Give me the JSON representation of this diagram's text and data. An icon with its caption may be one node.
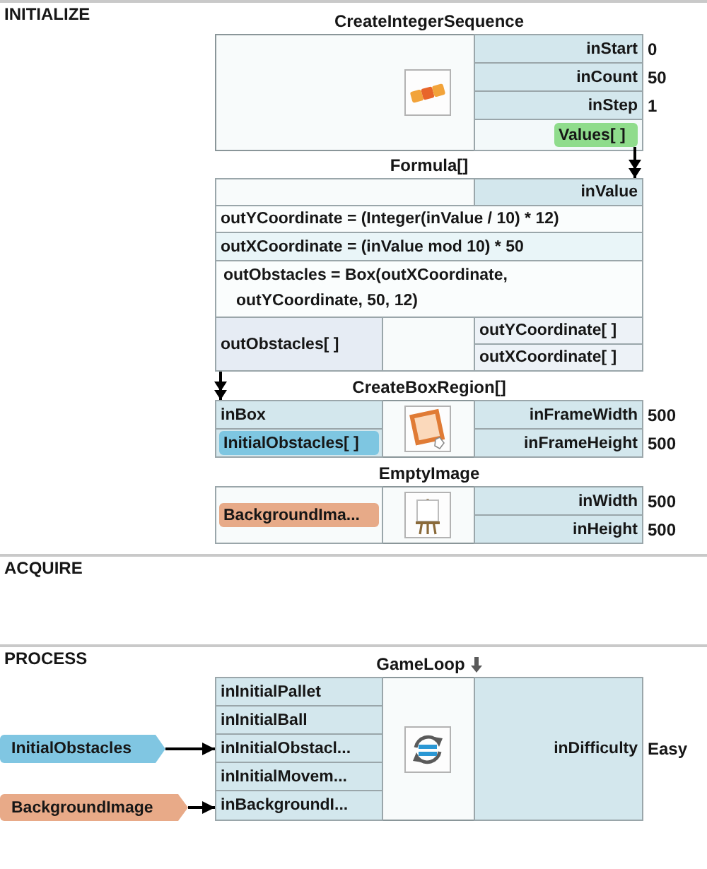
{
  "diagram": {
    "nodes": [
      {
        "text": [
          "INITIALIZE"
        ]
      },
      {
        "text": [
          "CreateIntegerSequence"
        ],
        "in": 0
      },
      {
        "text": [
          "inStart"
        ],
        "in": 1,
        "beside": [
          "0"
        ]
      },
      {
        "text": [
          "inCount"
        ],
        "in": 1,
        "beside": [
          "50"
        ]
      },
      {
        "text": [
          "inStep"
        ],
        "in": 1,
        "beside": [
          "1"
        ]
      },
      {
        "text": [
          "Values[ ]"
        ],
        "in": 1
      },
      {
        "text": [
          "Formula[]"
        ],
        "in": 0
      },
      {
        "text": [
          "inValue"
        ],
        "in": 6
      },
      {
        "text": [
          "outYCoordinate = (Integer(inValue / 10) * 12)"
        ],
        "in": 6
      },
      {
        "text": [
          "outXCoordinate = (inValue mod 10) * 50"
        ],
        "in": 6
      },
      {
        "text": [
          "outObstacles = Box(outXCoordinate, outYCoordinate, 50, 12)"
        ],
        "in": 6
      },
      {
        "text": [
          "outObstacles[ ]"
        ],
        "in": 6
      },
      {
        "text": [
          "outYCoordinate[ ]"
        ],
        "in": 6
      },
      {
        "text": [
          "outXCoordinate[ ]"
        ],
        "in": 6
      },
      {
        "text": [
          "CreateBoxRegion[]"
        ],
        "in": 0
      },
      {
        "text": [
          "inBox"
        ],
        "in": 14
      },
      {
        "text": [
          "InitialObstacles[ ]"
        ],
        "in": 14
      },
      {
        "text": [
          "inFrameWidth"
        ],
        "in": 14,
        "beside": [
          "500"
        ]
      },
      {
        "text": [
          "inFrameHeight"
        ],
        "in": 14,
        "beside": [
          "500"
        ]
      },
      {
        "text": [
          "EmptyImage"
        ],
        "in": 0
      },
      {
        "text": [
          "BackgroundIma..."
        ],
        "in": 19
      },
      {
        "text": [
          "inWidth"
        ],
        "in": 19,
        "beside": [
          "500"
        ]
      },
      {
        "text": [
          "inHeight"
        ],
        "in": 19,
        "beside": [
          "500"
        ]
      },
      {
        "text": [
          "ACQUIRE"
        ]
      },
      {
        "text": [
          "PROCESS"
        ]
      },
      {
        "text": [
          "GameLoop"
        ],
        "in": 24
      },
      {
        "text": [
          "inInitialPallet"
        ],
        "in": 25
      },
      {
        "text": [
          "inInitialBall"
        ],
        "in": 25
      },
      {
        "text": [
          "inInitialObstacl..."
        ],
        "in": 25
      },
      {
        "text": [
          "inInitialMovem..."
        ],
        "in": 25
      },
      {
        "text": [
          "inBackgroundI..."
        ],
        "in": 25
      },
      {
        "text": [
          "inDifficulty"
        ],
        "in": 25,
        "beside": [
          "Easy"
        ]
      },
      {
        "text": [
          "InitialObstacles"
        ],
        "in": 24
      },
      {
        "text": [
          "BackgroundImage"
        ],
        "in": 24
      }
    ],
    "edges": [
      {
        "from": 5,
        "to": 7,
        "arrow": "to"
      },
      {
        "from": 11,
        "to": 15,
        "arrow": "to"
      },
      {
        "from": 32,
        "to": 28,
        "arrow": "to"
      },
      {
        "from": 33,
        "to": 30,
        "arrow": "to"
      }
    ]
  }
}
